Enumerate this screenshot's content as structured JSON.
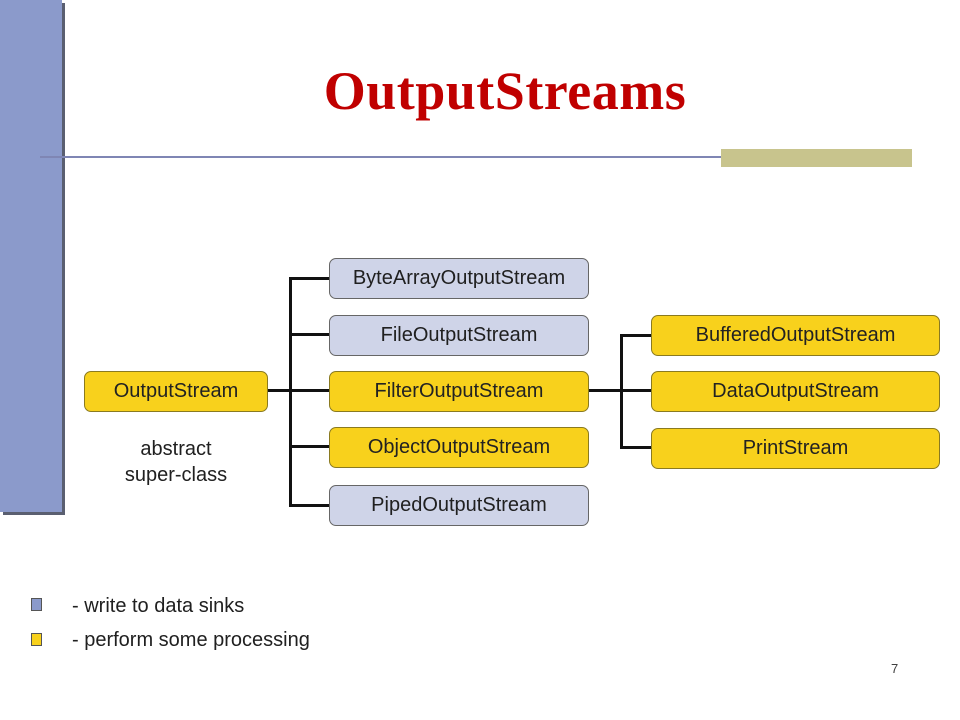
{
  "slide": {
    "title": "OutputStreams",
    "page_number": "7"
  },
  "diagram": {
    "root": {
      "label": "OutputStream",
      "kind": "sink"
    },
    "root_note": {
      "line1": "abstract",
      "line2": "super-class"
    },
    "level1": [
      {
        "label": "ByteArrayOutputStream",
        "kind": "sink"
      },
      {
        "label": "FileOutputStream",
        "kind": "sink"
      },
      {
        "label": "FilterOutputStream",
        "kind": "processing"
      },
      {
        "label": "ObjectOutputStream",
        "kind": "processing"
      },
      {
        "label": "PipedOutputStream",
        "kind": "sink"
      }
    ],
    "level2": [
      {
        "label": "BufferedOutputStream",
        "kind": "processing"
      },
      {
        "label": "DataOutputStream",
        "kind": "processing"
      },
      {
        "label": "PrintStream",
        "kind": "processing"
      }
    ]
  },
  "legend": {
    "sink": "- write to data sinks",
    "processing": "- perform some processing"
  },
  "colors": {
    "sink": "#cfd4e8",
    "processing": "#f8d11c",
    "title": "#c00000",
    "sidebar": "#8b9acb"
  }
}
